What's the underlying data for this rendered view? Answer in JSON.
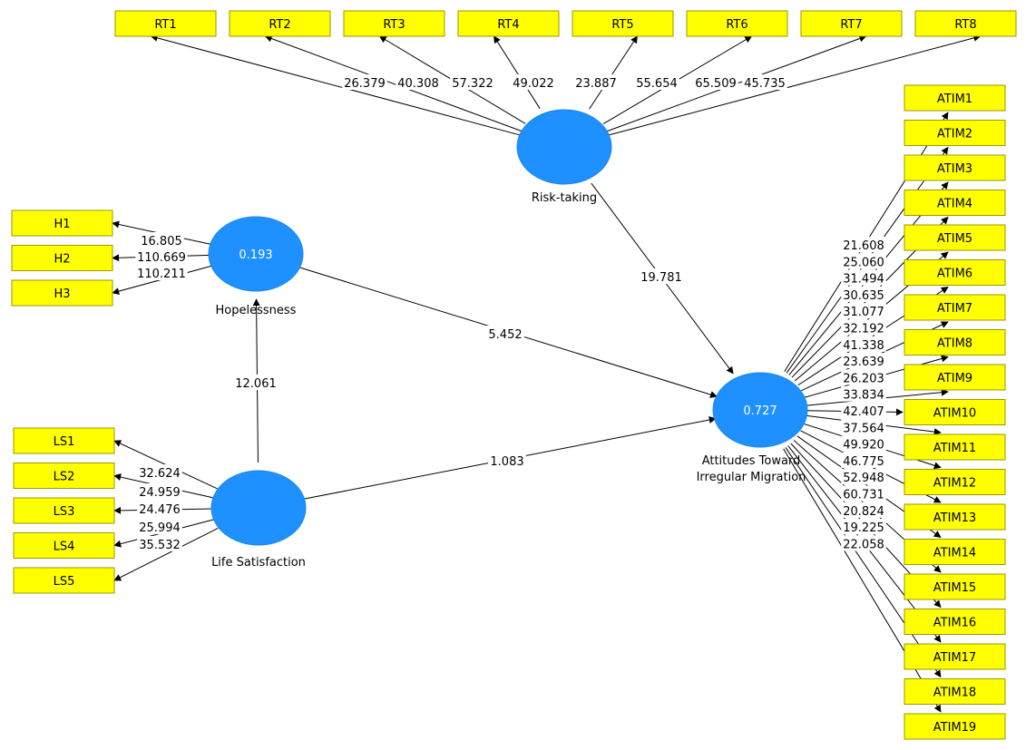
{
  "latents": [
    {
      "id": "RT",
      "label": [
        "Risk-taking"
      ],
      "r2": ""
    },
    {
      "id": "HOPE",
      "label": [
        "Hopelessness"
      ],
      "r2": "0.193"
    },
    {
      "id": "LS",
      "label": [
        "Life Satisfaction"
      ],
      "r2": ""
    },
    {
      "id": "ATIM",
      "label": [
        "Attitudes Toward",
        "Irregular Migration"
      ],
      "r2": "0.727"
    }
  ],
  "indicators": {
    "RT": [
      "RT1",
      "RT2",
      "RT3",
      "RT4",
      "RT5",
      "RT6",
      "RT7",
      "RT8"
    ],
    "HOPE": [
      "H1",
      "H2",
      "H3"
    ],
    "LS": [
      "LS1",
      "LS2",
      "LS3",
      "LS4",
      "LS5"
    ],
    "ATIM": [
      "ATIM1",
      "ATIM2",
      "ATIM3",
      "ATIM4",
      "ATIM5",
      "ATIM6",
      "ATIM7",
      "ATIM8",
      "ATIM9",
      "ATIM10",
      "ATIM11",
      "ATIM12",
      "ATIM13",
      "ATIM14",
      "ATIM15",
      "ATIM16",
      "ATIM17",
      "ATIM18",
      "ATIM19"
    ]
  },
  "outer_values": {
    "RT": [
      "26.379",
      "40.308",
      "57.322",
      "49.022",
      "23.887",
      "55.654",
      "65.509",
      "45.735"
    ],
    "HOPE": [
      "16.805",
      "110.669",
      "110.211"
    ],
    "LS": [
      "32.624",
      "24.959",
      "24.476",
      "25.994",
      "35.532"
    ],
    "ATIM": [
      "21.608",
      "25.060",
      "31.494",
      "30.635",
      "31.077",
      "32.192",
      "41.338",
      "23.639",
      "26.203",
      "33.834",
      "42.407",
      "37.564",
      "49.920",
      "46.775",
      "52.948",
      "60.731",
      "20.824",
      "19.225",
      "22.058"
    ]
  },
  "paths": [
    {
      "from": "RT",
      "to": "ATIM",
      "value": "19.781"
    },
    {
      "from": "HOPE",
      "to": "ATIM",
      "value": "5.452"
    },
    {
      "from": "LS",
      "to": "ATIM",
      "value": "1.083"
    },
    {
      "from": "LS",
      "to": "HOPE",
      "value": "12.061"
    }
  ],
  "colors": {
    "indicator_fill": "#ffff00",
    "latent_fill": "#1e90ff"
  }
}
